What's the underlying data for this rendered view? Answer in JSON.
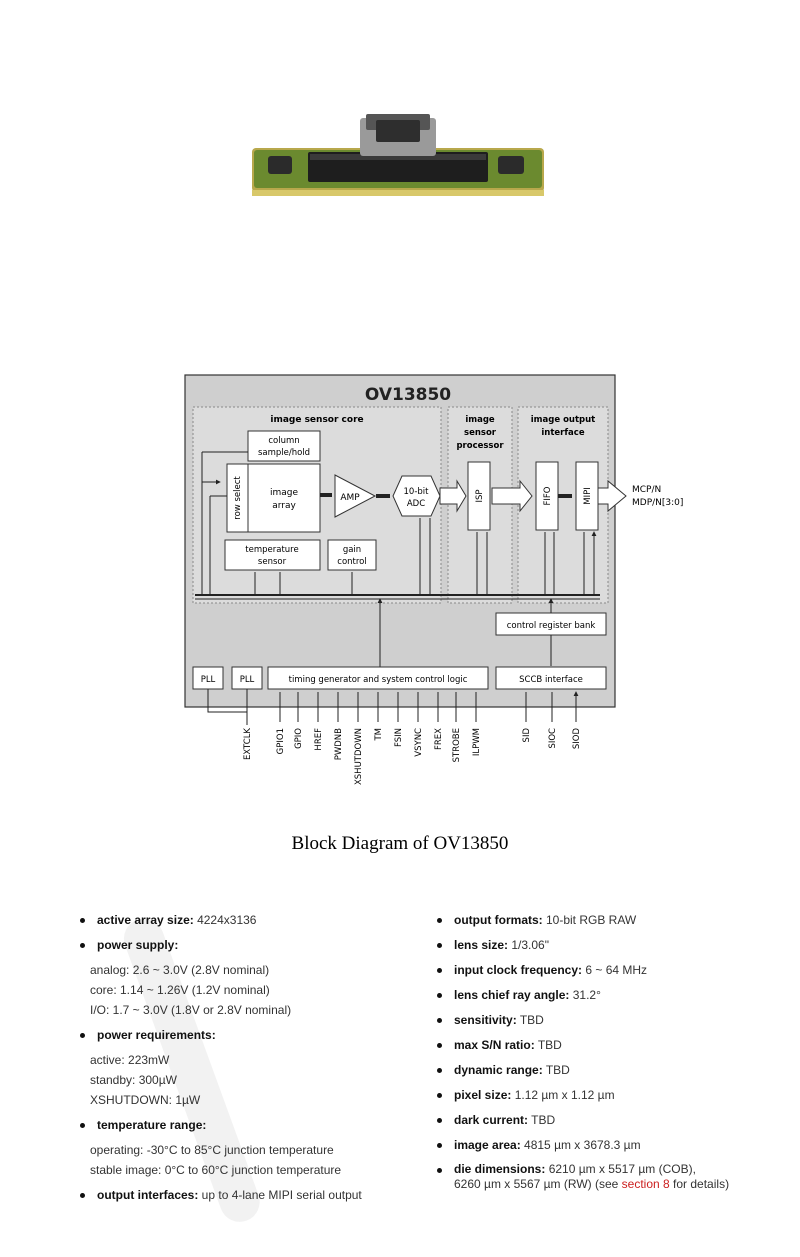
{
  "diagram": {
    "title": "OV13850",
    "core_label": "image sensor core",
    "isp_header": "image sensor processor",
    "output_header": "image output interface",
    "column_block": "column sample/hold",
    "row_select": "row select",
    "image_array": "image array",
    "amp": "AMP",
    "adc": "10-bit ADC",
    "temp_sensor": "temperature sensor",
    "gain_control": "gain control",
    "isp": "ISP",
    "fifo": "FIFO",
    "mipi": "MIPI",
    "output_signals": [
      "MCP/N",
      "MDP/N[3:0]"
    ],
    "control_register": "control register bank",
    "pll": "PLL",
    "timing": "timing generator and system control logic",
    "sccb": "SCCB interface",
    "pins": [
      "EXTCLK",
      "GPIO1",
      "GPIO",
      "HREF",
      "PWDNB",
      "XSHUTDOWN",
      "TM",
      "FSIN",
      "VSYNC",
      "FREX",
      "STROBE",
      "ILPWM",
      "SID",
      "SIOC",
      "SIOD"
    ]
  },
  "caption": "Block Diagram of OV13850",
  "specs_left": [
    {
      "label": "active array size:",
      "value": " 4224x3136",
      "sub": []
    },
    {
      "label": "power supply:",
      "value": "",
      "sub": [
        "analog: 2.6 ~ 3.0V (2.8V nominal)",
        "core: 1.14 ~ 1.26V (1.2V nominal)",
        "I/O: 1.7 ~ 3.0V (1.8V or 2.8V nominal)"
      ]
    },
    {
      "label": "power requirements:",
      "value": "",
      "sub": [
        "active: 223mW",
        "standby: 300µW",
        "XSHUTDOWN: 1µW"
      ]
    },
    {
      "label": "temperature range:",
      "value": "",
      "sub": [
        "operating: -30°C to 85°C junction temperature",
        "stable image: 0°C to 60°C junction temperature"
      ]
    },
    {
      "label": "output interfaces:",
      "value": " up to 4-lane MIPI serial output",
      "sub": []
    }
  ],
  "specs_right": [
    {
      "label": "output formats:",
      "value": " 10-bit RGB RAW"
    },
    {
      "label": "lens size:",
      "value": " 1/3.06\""
    },
    {
      "label": "input clock frequency:",
      "value": " 6 ~ 64 MHz"
    },
    {
      "label": "lens chief ray angle:",
      "value": " 31.2°"
    },
    {
      "label": "sensitivity:",
      "value": " TBD"
    },
    {
      "label": "max S/N ratio:",
      "value": " TBD"
    },
    {
      "label": "dynamic range:",
      "value": " TBD"
    },
    {
      "label": "pixel size:",
      "value": " 1.12 µm x 1.12 µm"
    },
    {
      "label": "dark current:",
      "value": " TBD"
    },
    {
      "label": "image area:",
      "value": " 4815 µm x 3678.3 µm"
    }
  ],
  "die": {
    "label": "die dimensions:",
    "line1": " 6210 µm x 5517 µm (COB),",
    "line2a": "6260 µm x 5567 µm (RW) (see ",
    "link": "section 8",
    "line2b": " for details)"
  },
  "colors": {
    "link_red": "#cc1f1f",
    "diagram_gray": "#cfcfcf",
    "pcb_green": "#5c7a2a"
  }
}
